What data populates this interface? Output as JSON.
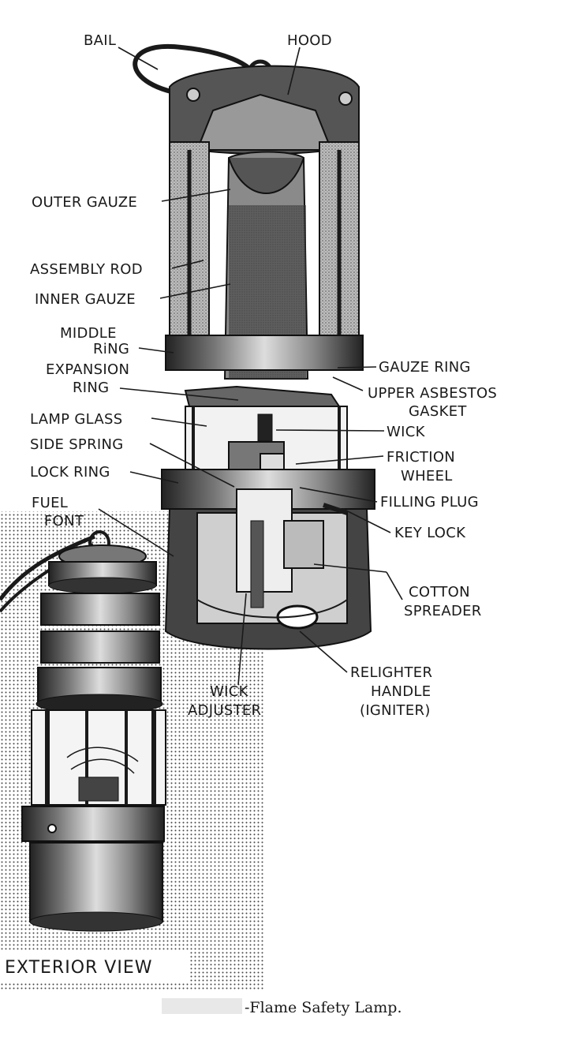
{
  "labels": {
    "bail": "BAIL",
    "hood": "HOOD",
    "outer_gauze": "OUTER GAUZE",
    "assembly_rod": "ASSEMBLY ROD",
    "inner_gauze": "INNER GAUZE",
    "middle_ring_1": "MIDDLE",
    "middle_ring_2": "RiNG",
    "expansion_ring_1": "EXPANSION",
    "expansion_ring_2": "RING",
    "lamp_glass": "LAMP GLASS",
    "side_spring": "SIDE SPRING",
    "lock_ring": "LOCK RING",
    "fuel_font_1": "FUEL",
    "fuel_font_2": "FONT",
    "gauze_ring": "GAUZE RING",
    "upper_asbestos_1": "UPPER ASBESTOS",
    "upper_asbestos_2": "GASKET",
    "wick": "WICK",
    "friction_wheel_1": "FRICTION",
    "friction_wheel_2": "WHEEL",
    "filling_plug": "FILLING PLUG",
    "key_lock": "KEY LOCK",
    "cotton_spreader_1": "COTTON",
    "cotton_spreader_2": "SPREADER",
    "relighter_1": "RELIGHTER",
    "relighter_2": "HANDLE",
    "relighter_3": "(IGNITER)",
    "wick_adjuster_1": "WICK",
    "wick_adjuster_2": "ADJUSTER",
    "exterior_view": "EXTERIOR VIEW"
  },
  "caption": "-Flame Safety Lamp."
}
